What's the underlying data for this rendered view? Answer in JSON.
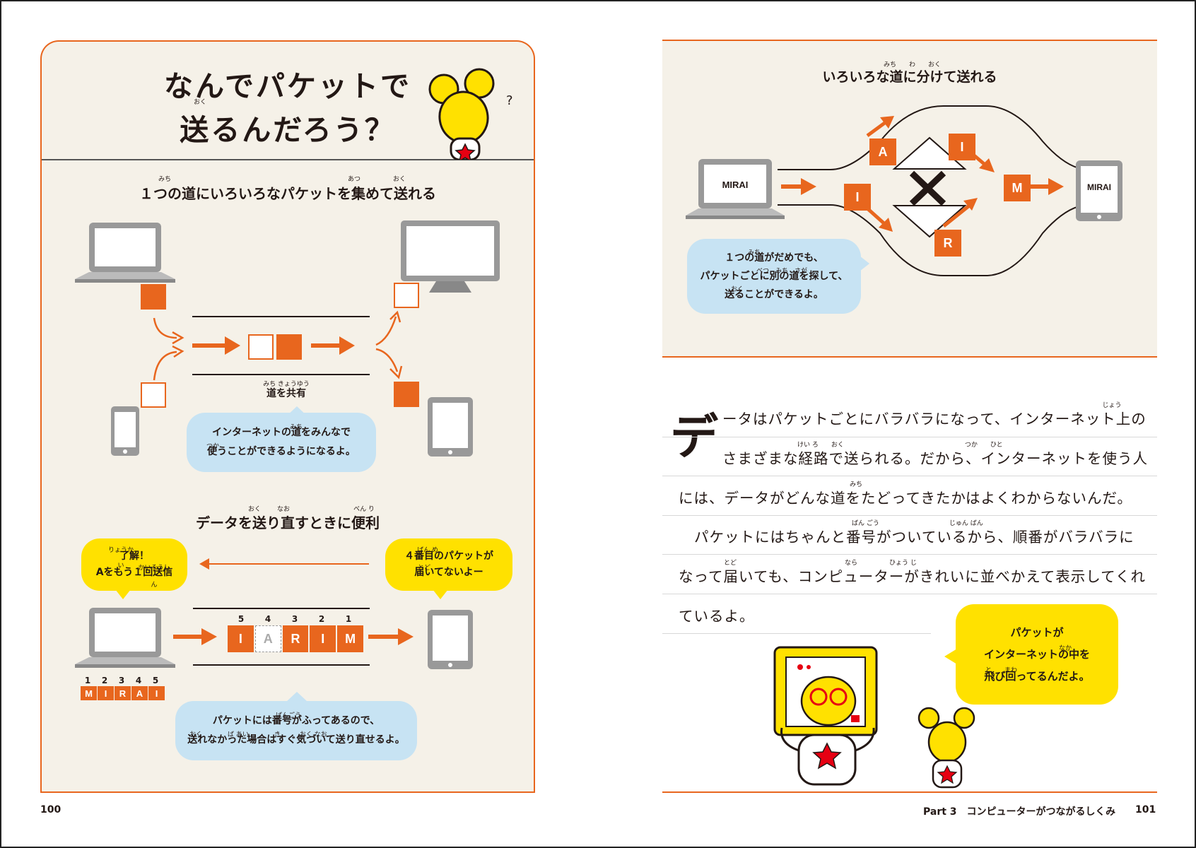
{
  "left": {
    "title_line1": "なんでパケットで",
    "title_line2": "送るんだろう？",
    "title_ruby": "おく",
    "question_mark": "?",
    "section1": {
      "heading": "１つの道にいろいろなパケットを集めて送れる",
      "ruby_michi": "みち",
      "ruby_atsu": "あつ",
      "ruby_oku": "おく",
      "shared_label": "道を共有",
      "shared_ruby": "みち きょうゆう",
      "bubble_line1": "インターネットの道をみんなで",
      "bubble_line2": "使うことができるようになるよ。",
      "bubble_ruby1": "みち",
      "bubble_ruby2": "つか"
    },
    "section2": {
      "heading": "データを送り直すときに便利",
      "ruby_oku": "おく",
      "ruby_nao": "なお",
      "ruby_benri": "べん り",
      "bubble_left_line1": "了解！",
      "bubble_left_line2": "Aをもう１回送信",
      "bubble_left_ruby1": "りょうかい",
      "bubble_left_ruby2": "かいそうしん",
      "bubble_right_line1": "４番目のパケットが",
      "bubble_right_line2": "届いてないよー",
      "bubble_right_ruby1": "ばん め",
      "bubble_right_ruby2": "とど",
      "packet_numbers": [
        "5",
        "4",
        "3",
        "2",
        "1"
      ],
      "packet_letters": [
        "I",
        "A",
        "R",
        "I",
        "M"
      ],
      "source_numbers": [
        "1",
        "2",
        "3",
        "4",
        "5"
      ],
      "source_letters": [
        "M",
        "I",
        "R",
        "A",
        "I"
      ],
      "bubble_bottom_line1": "パケットには番号がふってあるので、",
      "bubble_bottom_line2": "送れなかった場合はすぐ気づいて送り直せるよ。",
      "bubble_bottom_ruby1": "ばんごう",
      "bubble_bottom_ruby2": "おく　　　　ば あい　　　　き　　　おく なお"
    },
    "page_number": "100"
  },
  "right": {
    "diagram": {
      "heading": "いろいろな道に分けて送れる",
      "ruby": "みち　　わ　　おく",
      "sender_label": "MIRAI",
      "receiver_label": "MIRAI",
      "blocked_mark": "✕",
      "packets": [
        "A",
        "I",
        "I",
        "M",
        "R"
      ],
      "bubble_line1": "１つの道がだめでも、",
      "bubble_line2": "パケットごとに別の道を探して、",
      "bubble_line3": "送ることができるよ。",
      "bubble_ruby1": "みち",
      "bubble_ruby2": "べつ　みち　さが",
      "bubble_ruby3": "おく"
    },
    "text": {
      "drop_cap": "デ",
      "line1": "ータはパケットごとにバラバラになって、インターネット上の",
      "line2": "さまざまな経路で送られる。だから、インターネットを使う人",
      "line3": "には、データがどんな道をたどってきたかはよくわからないんだ。",
      "line4": "パケットにはちゃんと番号がついているから、順番がバラバラに",
      "line5": "なって届いても、コンピューターがきれいに並べかえて表示してくれ",
      "line6": "ているよ。",
      "ruby1": "じょう",
      "ruby2": "けい ろ　　おく　　　　　　　　　　　　　　　　　　　つか　　ひと",
      "ruby3": "みち",
      "ruby4": "ばん ごう　　　　　　　　　　　じゅん ばん",
      "ruby5": "とど　　　　　　　　　　　　　　　　　なら　　　　　ひょう じ"
    },
    "bubble_line1": "パケットが",
    "bubble_line2": "インターネットの中を",
    "bubble_line3": "飛び回ってるんだよ。",
    "bubble_ruby2": "なか",
    "bubble_ruby3": "と　　まわ",
    "footer_part": "Part 3　コンピューターがつながるしくみ",
    "page_number": "101"
  },
  "colors": {
    "accent": "#e8661e",
    "yellow": "#ffe100",
    "blue": "#c7e3f3",
    "panel": "#f5f1e8"
  }
}
